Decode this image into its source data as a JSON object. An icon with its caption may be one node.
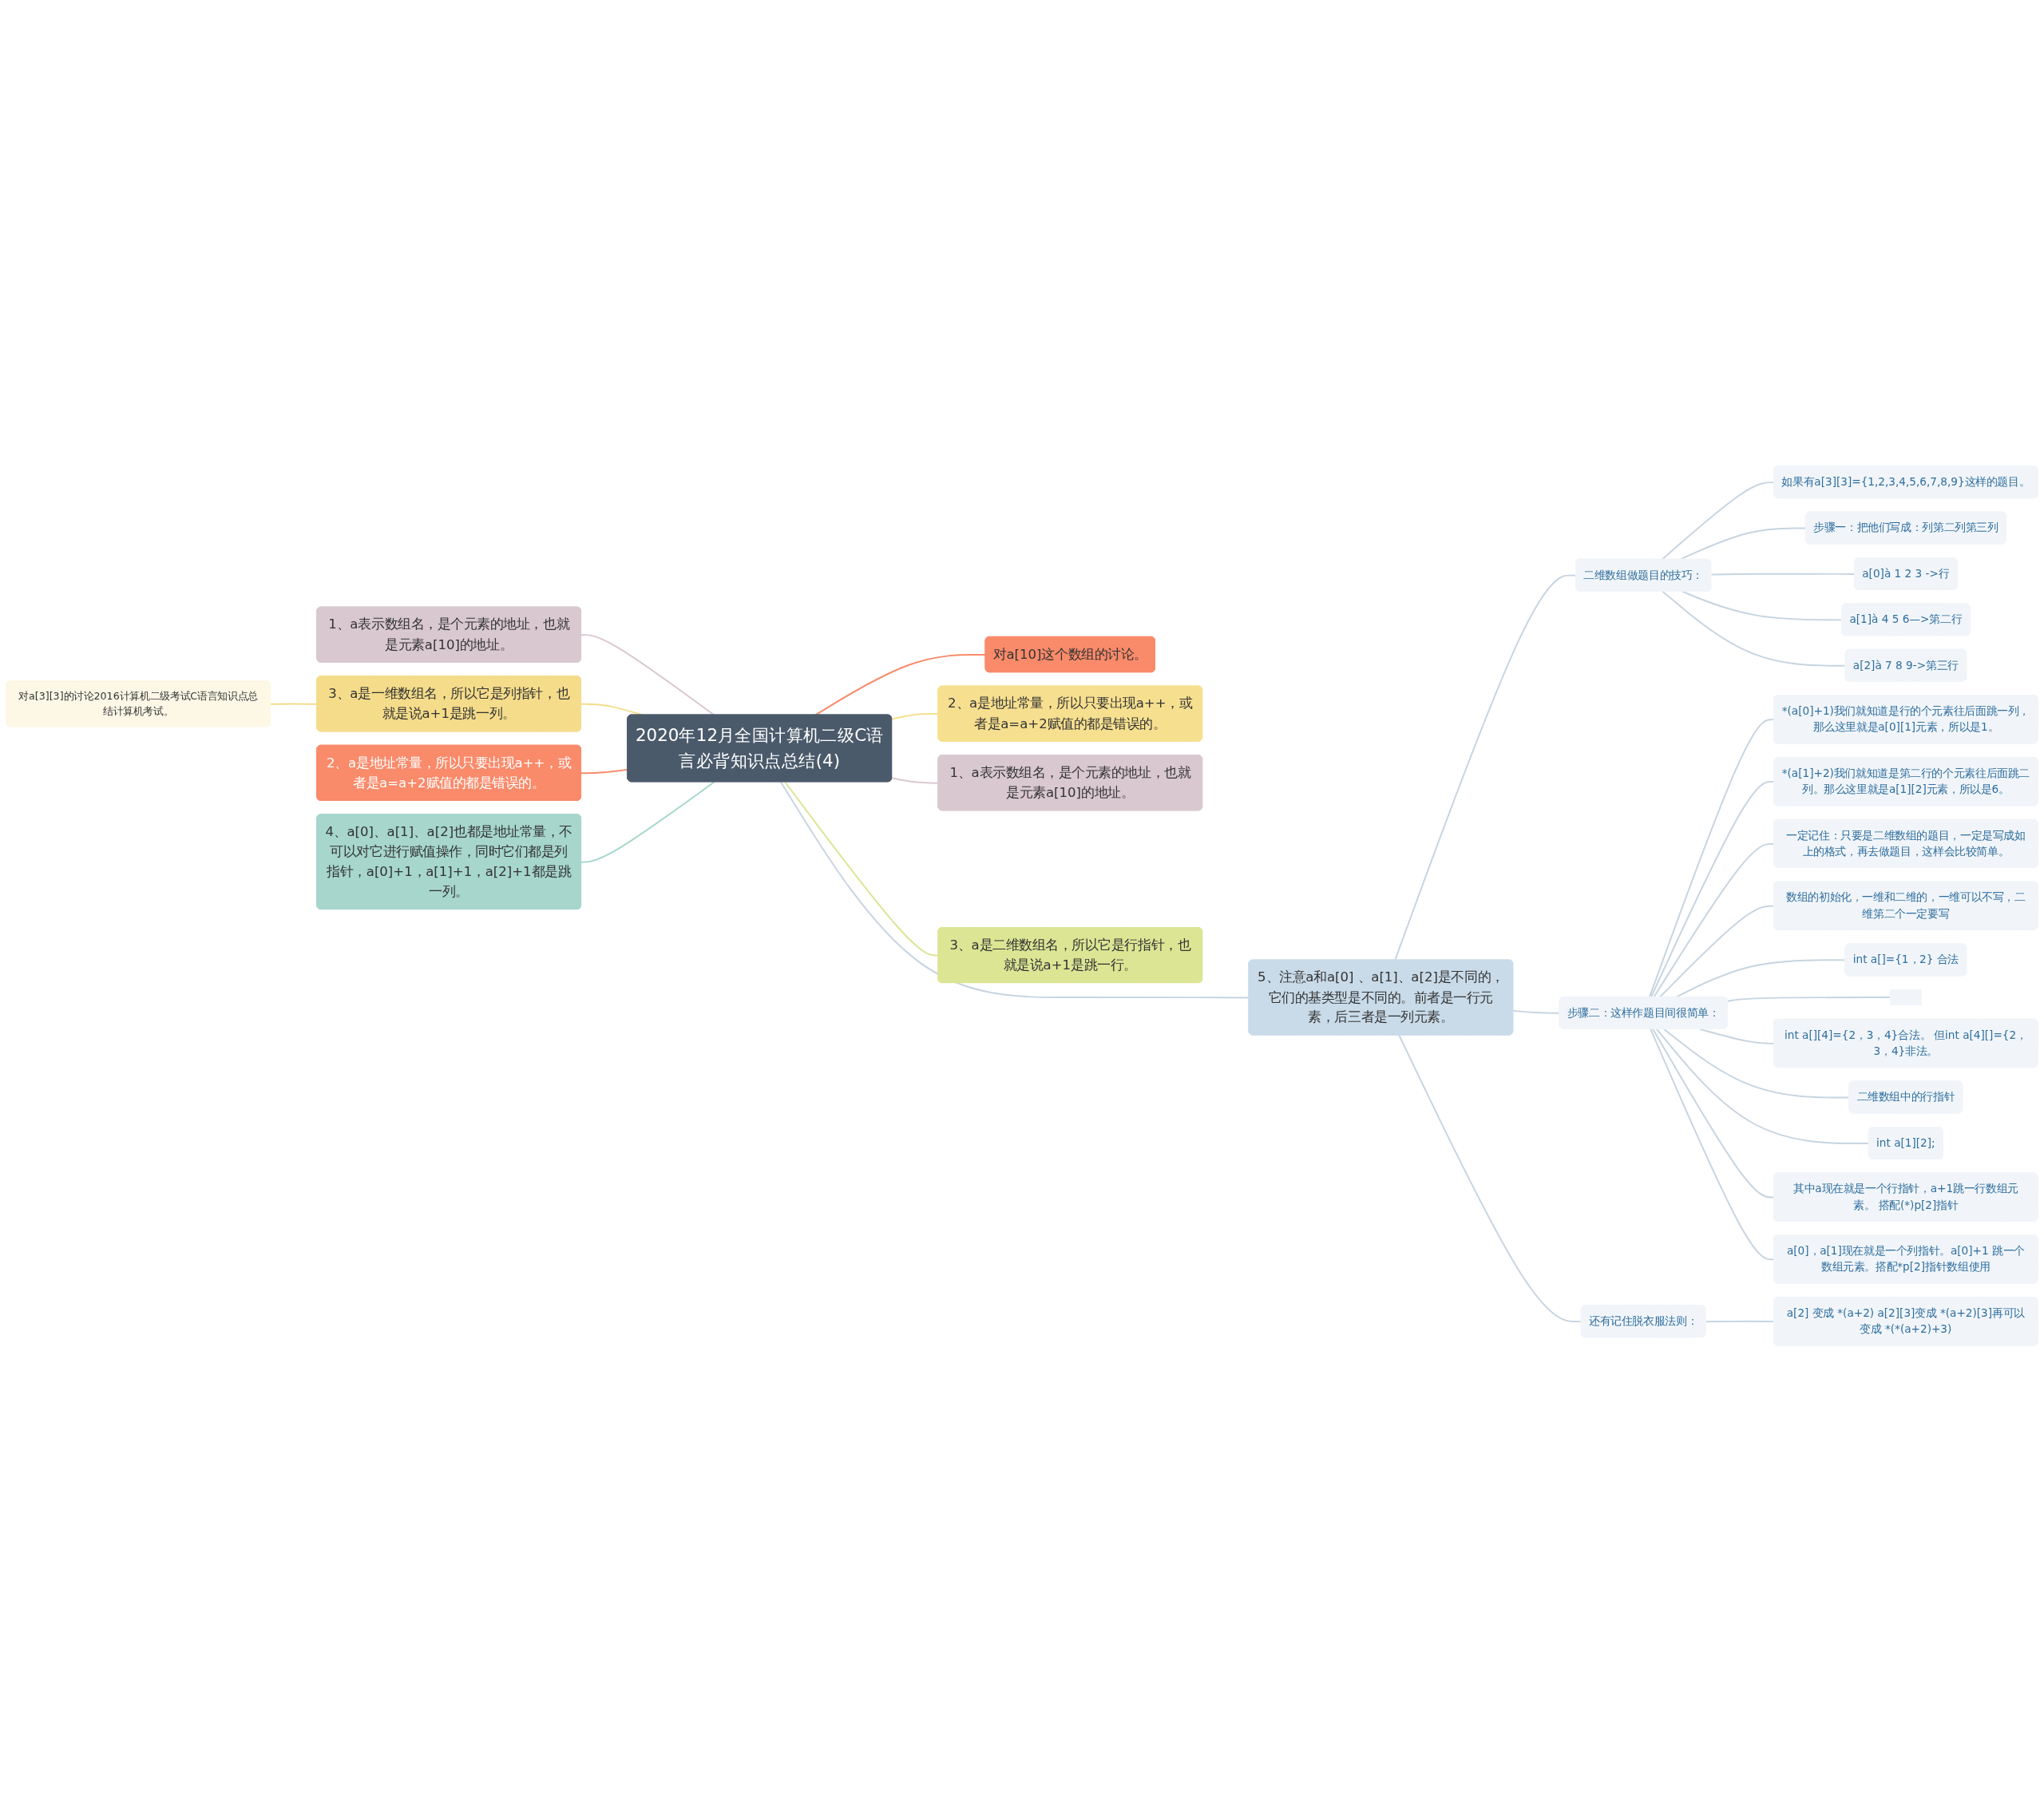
{
  "diagram": {
    "nodes": [
      {
        "text": [
          "2020年12月全国计算机二级C语言必背知识点总结(4)"
        ]
      },
      {
        "text": [
          "1、a表示数组名，是个元素的地址，也就是元素a[10]的地址。"
        ]
      },
      {
        "text": [
          "3、a是一维数组名，所以它是列指针，也就是说a+1是跳一列。"
        ]
      },
      {
        "text": [
          "对a[3][3]的讨论2016计算机二级考试C语言知识点总结计算机考试。"
        ]
      },
      {
        "text": [
          "2、a是地址常量，所以只要出现a++，或者是a=a+2赋值的都是错误的。"
        ]
      },
      {
        "text": [
          "4、a[0]、a[1]、a[2]也都是地址常量，不可以对它进行赋值操作，同时它们都是列指针，a[0]+1，a[1]+1，a[2]+1都是跳一列。"
        ]
      },
      {
        "text": [
          "对a[10]这个数组的讨论。"
        ]
      },
      {
        "text": [
          "2、a是地址常量，所以只要出现a++，或者是a=a+2赋值的都是错误的。"
        ]
      },
      {
        "text": [
          "1、a表示数组名，是个元素的地址，也就是元素a[10]的地址。"
        ]
      },
      {
        "text": [
          "3、a是二维数组名，所以它是行指针，也就是说a+1是跳一行。"
        ]
      },
      {
        "text": [
          "5、注意a和a[0] 、a[1]、a[2]是不同的，它们的基类型是不同的。前者是一行元素，后三者是一列元素。"
        ]
      },
      {
        "text": [
          "二维数组做题目的技巧："
        ]
      },
      {
        "text": [
          "如果有a[3][3]={1,2,3,4,5,6,7,8,9}这样的题目。"
        ]
      },
      {
        "text": [
          "步骤一：把他们写成：列第二列第三列"
        ]
      },
      {
        "text": [
          "a[0]à 1 2 3 ->行"
        ]
      },
      {
        "text": [
          "a[1]à 4 5 6—>第二行"
        ]
      },
      {
        "text": [
          "a[2]à 7 8 9->第三行"
        ]
      },
      {
        "text": [
          "步骤二：这样作题目间很简单："
        ]
      },
      {
        "text": [
          "*(a[0]+1)我们就知道是行的个元素往后面跳一列，那么这里就是a[0][1]元素，所以是1。"
        ]
      },
      {
        "text": [
          "*(a[1]+2)我们就知道是第二行的个元素往后面跳二列。那么这里就是a[1][2]元素，所以是6。"
        ]
      },
      {
        "text": [
          "一定记住：只要是二维数组的题目，一定是写成如上的格式，再去做题目，这样会比较简单。"
        ]
      },
      {
        "text": [
          "数组的初始化，一维和二维的，一维可以不写，二维第二个一定要写"
        ]
      },
      {
        "text": [
          "int a[]={1，2} 合法"
        ]
      },
      {
        "text": [],
        "shape": "box"
      },
      {
        "text": [
          "int a[][4]={2，3，4}合法。 但int a[4][]={2，3，4}非法。"
        ]
      },
      {
        "text": [
          "二维数组中的行指针"
        ]
      },
      {
        "text": [
          "int a[1][2];"
        ]
      },
      {
        "text": [
          "其中a现在就是一个行指针，a+1跳一行数组元素。 搭配(*)p[2]指针"
        ]
      },
      {
        "text": [
          "a[0]，a[1]现在就是一个列指针。a[0]+1 跳一个数组元素。搭配*p[2]指针数组使用"
        ]
      },
      {
        "text": [
          "还有记住脱衣服法则："
        ]
      },
      {
        "text": [
          "a[2] 变成 *(a+2) a[2][3]变成 *(a+2)[3]再可以变成 *(*(a+2)+3)"
        ]
      }
    ],
    "edges": [
      {
        "from": 0,
        "to": 1,
        "arrow": "none",
        "color": "#d9c8d0"
      },
      {
        "from": 0,
        "to": 2,
        "arrow": "none",
        "color": "#f5dc8a"
      },
      {
        "from": 2,
        "to": 3,
        "arrow": "none",
        "color": "#f5dc8a"
      },
      {
        "from": 0,
        "to": 4,
        "arrow": "none",
        "color": "#f98a6a"
      },
      {
        "from": 0,
        "to": 5,
        "arrow": "none",
        "color": "#a6d6cc"
      },
      {
        "from": 0,
        "to": 6,
        "arrow": "none",
        "color": "#f98a6a"
      },
      {
        "from": 0,
        "to": 7,
        "arrow": "none",
        "color": "#f6df8f"
      },
      {
        "from": 0,
        "to": 8,
        "arrow": "none",
        "color": "#d9c8d0"
      },
      {
        "from": 0,
        "to": 9,
        "arrow": "none",
        "color": "#dbe594"
      },
      {
        "from": 0,
        "to": 10,
        "arrow": "none"
      },
      {
        "from": 10,
        "to": 11,
        "arrow": "none"
      },
      {
        "from": 11,
        "to": 12,
        "arrow": "none"
      },
      {
        "from": 11,
        "to": 13,
        "arrow": "none"
      },
      {
        "from": 11,
        "to": 14,
        "arrow": "none"
      },
      {
        "from": 11,
        "to": 15,
        "arrow": "none"
      },
      {
        "from": 11,
        "to": 16,
        "arrow": "none"
      },
      {
        "from": 10,
        "to": 17,
        "arrow": "none"
      },
      {
        "from": 17,
        "to": 18,
        "arrow": "none"
      },
      {
        "from": 17,
        "to": 19,
        "arrow": "none"
      },
      {
        "from": 17,
        "to": 20,
        "arrow": "none"
      },
      {
        "from": 17,
        "to": 21,
        "arrow": "none"
      },
      {
        "from": 17,
        "to": 22,
        "arrow": "none"
      },
      {
        "from": 17,
        "to": 23,
        "arrow": "none"
      },
      {
        "from": 17,
        "to": 24,
        "arrow": "none"
      },
      {
        "from": 17,
        "to": 25,
        "arrow": "none"
      },
      {
        "from": 17,
        "to": 26,
        "arrow": "none"
      },
      {
        "from": 17,
        "to": 27,
        "arrow": "none"
      },
      {
        "from": 17,
        "to": 28,
        "arrow": "none"
      },
      {
        "from": 10,
        "to": 29,
        "arrow": "none"
      },
      {
        "from": 29,
        "to": 30,
        "arrow": "none"
      }
    ]
  }
}
